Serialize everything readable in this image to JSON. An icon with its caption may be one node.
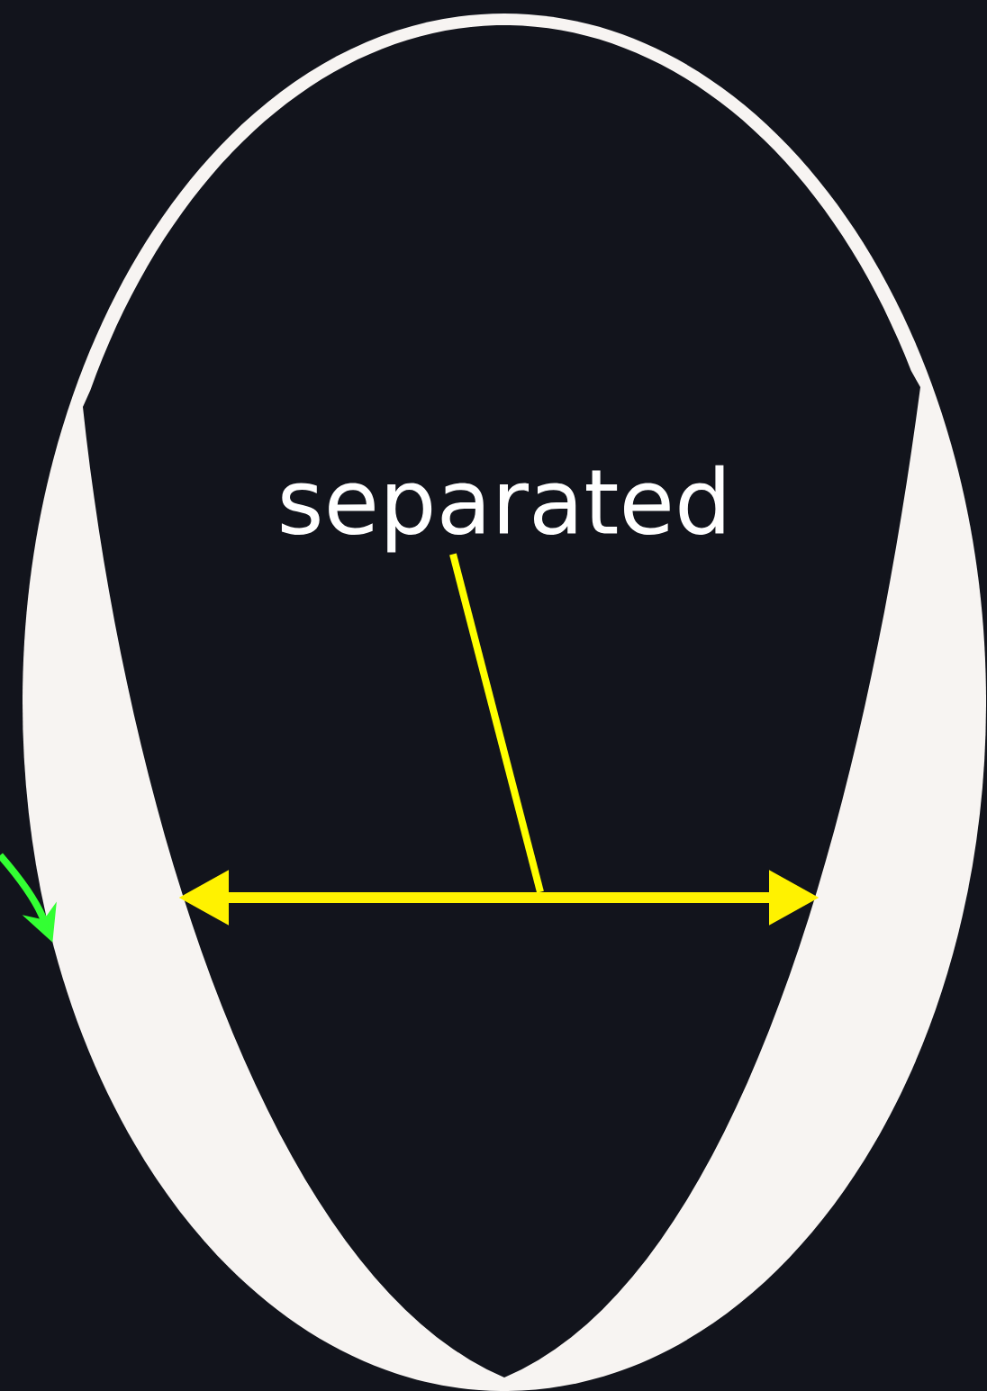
{
  "diagram": {
    "nodes": [
      {
        "text": [
          "separated"
        ],
        "in": 1
      },
      {
        "text": [],
        "shape": "picture"
      },
      {
        "text": [],
        "shape": "arrow",
        "in": 1
      }
    ],
    "edges": [
      {
        "from": 0,
        "to": 2,
        "arrow": "none",
        "color": "#ffff00"
      },
      {
        "from": null,
        "to": 1,
        "arrow": "to",
        "color": "#33ff33"
      }
    ]
  }
}
